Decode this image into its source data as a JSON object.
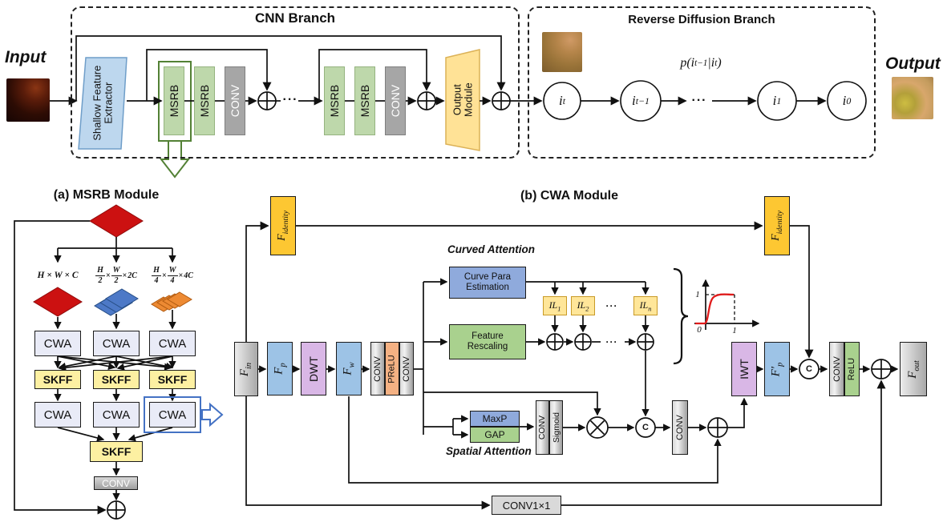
{
  "cnn": {
    "title": "CNN Branch",
    "input_label": "Input",
    "shallow_line1": "Shallow Feature",
    "shallow_line2": "Extractor",
    "msrb": "MSRB",
    "conv": "CONV",
    "om_line1": "Output",
    "om_line2": "Module",
    "dots": "···"
  },
  "diffusion": {
    "title": "Reverse Diffusion Branch",
    "output_label": "Output",
    "dots": "···",
    "p_label": {
      "p1": "p(i",
      "s1": "t−1",
      "p2": "|i",
      "s2": "t",
      "p3": ")"
    },
    "nodes": [
      {
        "base": "i",
        "sub": "t"
      },
      {
        "base": "i",
        "sub": "t−1"
      },
      {
        "base": "i",
        "sub": "1"
      },
      {
        "base": "i",
        "sub": "0"
      }
    ]
  },
  "msrb_module": {
    "title": "(a) MSRB Module",
    "scale1": "H × W × C",
    "scale2": {
      "n1": "H",
      "d1": "2",
      "x1": "×",
      "n2": "W",
      "d2": "2",
      "x2": "×",
      "tail": "2C"
    },
    "scale3": {
      "n1": "H",
      "d1": "4",
      "x1": "×",
      "n2": "W",
      "d2": "4",
      "x2": "×",
      "tail": "4C"
    },
    "cwa": "CWA",
    "skff": "SKFF",
    "conv": "CONV"
  },
  "cwa_module": {
    "title": "(b) CWA Module",
    "f_identity": {
      "base": "F",
      "sub": "identity"
    },
    "f_in": {
      "base": "F",
      "sub": "in"
    },
    "f_p": {
      "base": "F",
      "sub": "p"
    },
    "f_w": {
      "base": "F",
      "sub": "w"
    },
    "f_p2": {
      "base": "F′",
      "sub": "p"
    },
    "f_out": {
      "base": "F",
      "sub": "out"
    },
    "dwt": "DWT",
    "iwt": "IWT",
    "conv": "CONV",
    "prelu": "PReLU",
    "relu": "ReLU",
    "conv1x1": "CONV1×1",
    "concat": "C",
    "curved": {
      "title": "Curved Attention",
      "cpe_line1": "Curve Para",
      "cpe_line2": "Estimation",
      "fr_line1": "Feature",
      "fr_line2": "Rescaling",
      "dots": "···",
      "il": [
        {
          "base": "IL",
          "sub": "1"
        },
        {
          "base": "IL",
          "sub": "2"
        },
        {
          "base": "IL",
          "sub": "n"
        }
      ]
    },
    "graph": {
      "one_y": "1",
      "zero": "0",
      "one_x": "1"
    },
    "spatial": {
      "title": "Spatial Attention",
      "maxp": "MaxP",
      "gap": "GAP",
      "conv": "CONV",
      "sigmoid": "Sigmoid"
    }
  },
  "colors": {
    "msrb_green": "#bed8ab",
    "module_a_bg": "#e7efdd",
    "module_b_bg": "#eaeff8",
    "curved_bg": "#fcd07c",
    "spatial_bg": "#f5a88a",
    "accent_red": "#cc1111",
    "accent_blue": "#4d79c7",
    "accent_orange": "#ed8a33",
    "yellow_block": "#fdc732"
  }
}
